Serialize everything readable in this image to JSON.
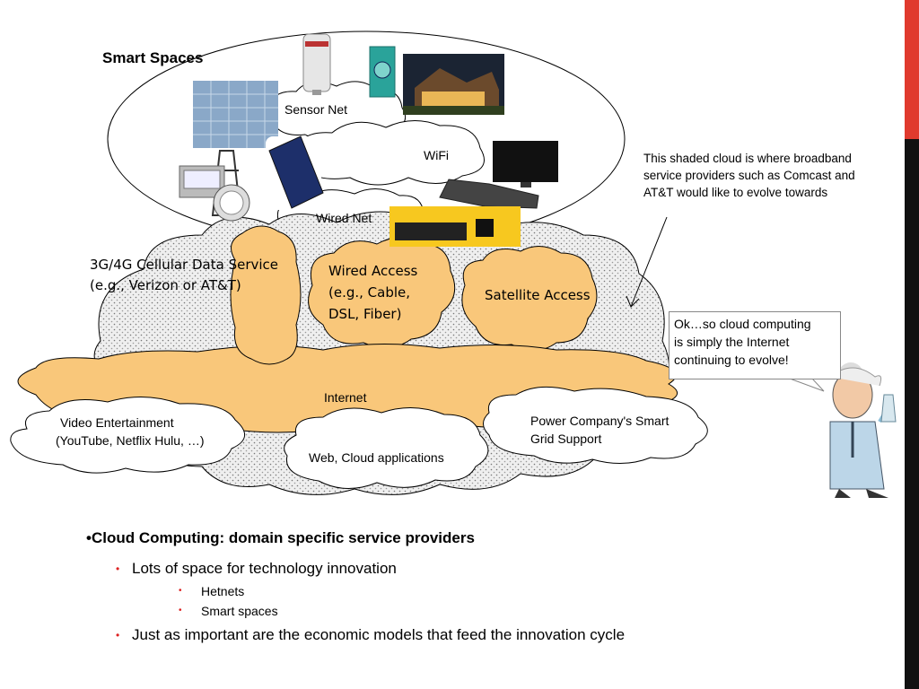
{
  "labels": {
    "smart_spaces": "Smart Spaces",
    "sensor_net": "Sensor Net",
    "wifi": "WiFi",
    "wired_net": "Wired  Net",
    "cellular_1": "3G/4G Cellular Data Service",
    "cellular_2": "(e.g., Verizon or AT&T)",
    "wired_access_1": "Wired Access",
    "wired_access_2": "(e.g., Cable,",
    "wired_access_3": "DSL, Fiber)",
    "satellite": "Satellite Access",
    "internet": "Internet",
    "video_1": "Video Entertainment",
    "video_2": "(YouTube, Netflix Hulu, …)",
    "web_cloud": "Web, Cloud applications",
    "power_1": "Power Company's Smart",
    "power_2": "Grid Support"
  },
  "annotation": {
    "line1": "This shaded cloud is where broadband",
    "line2": "service providers such as Comcast and",
    "line3": "AT&T would like to evolve towards"
  },
  "bubble": {
    "line1": "Ok…so cloud computing",
    "line2": "is simply the Internet",
    "line3": "continuing to evolve!"
  },
  "bullets": {
    "main": "Cloud Computing:   domain specific service providers",
    "sub1": "Lots  of space for technology innovation",
    "sub1_items": [
      "Hetnets",
      "Smart spaces"
    ],
    "sub2": "Just as important are the economic models that feed the innovation cycle"
  },
  "colors": {
    "orange_cloud": "#f9c77a",
    "shaded_cloud": "#eeeeee",
    "accent_red": "#e03a2e",
    "bullet_red": "#dd2222"
  }
}
